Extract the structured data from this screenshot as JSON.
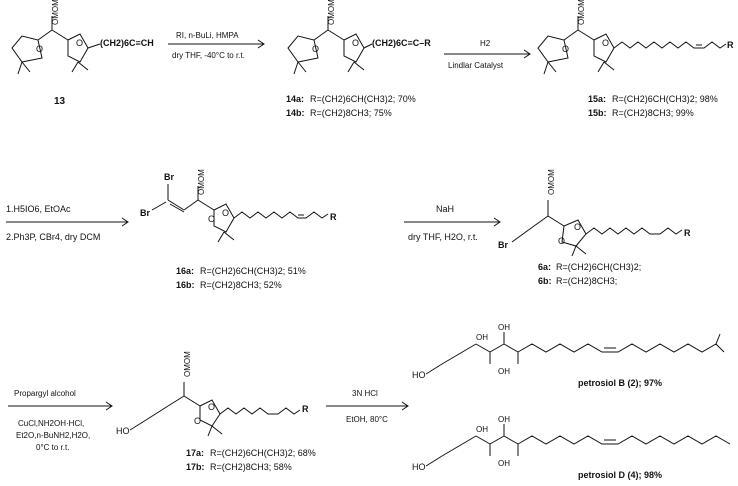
{
  "row1": {
    "cmpd13": {
      "chain": "(CH2)6C≡CH",
      "label": "13",
      "mom": "OMOM"
    },
    "arrow1": {
      "top": "RI, n-BuLi, HMPA",
      "bottom": "dry THF, -40°C to r.t."
    },
    "cmpd14": {
      "chain": "(CH2)6C≡C–R",
      "mom": "OMOM",
      "a": {
        "label": "14a:",
        "r": "R=(CH2)6CH(CH3)2; 70%"
      },
      "b": {
        "label": "14b:",
        "r": "R=(CH2)8CH3; 75%"
      }
    },
    "arrow2": {
      "top": "H2",
      "bottom": "Lindlar Catalyst"
    },
    "cmpd15": {
      "mom": "OMOM",
      "r": "R",
      "a": {
        "label": "15a:",
        "r": "R=(CH2)6CH(CH3)2; 98%"
      },
      "b": {
        "label": "15b:",
        "r": "R=(CH2)8CH3; 99%"
      }
    }
  },
  "row2": {
    "arrow3": {
      "top": "1.H5IO6, EtOAc",
      "bottom": "2.Ph3P, CBr4, dry DCM"
    },
    "cmpd16": {
      "br1": "Br",
      "br2": "Br",
      "mom": "OMOM",
      "r": "R",
      "a": {
        "label": "16a:",
        "r": "R=(CH2)6CH(CH3)2; 51%"
      },
      "b": {
        "label": "16b:",
        "r": "R=(CH2)8CH3; 52%"
      }
    },
    "arrow4": {
      "top": "NaH",
      "bottom": "dry THF, H2O, r.t."
    },
    "cmpd6": {
      "br": "Br",
      "mom": "OMOM",
      "r": "R",
      "a": {
        "label": "6a:",
        "r": "R=(CH2)6CH(CH3)2;"
      },
      "b": {
        "label": "6b:",
        "r": "R=(CH2)8CH3;"
      }
    }
  },
  "row3": {
    "arrow5": {
      "top": "Propargyl alcohol",
      "l1": "CuCl,NH2OH·HCl,",
      "l2": "Et2O,n-BuNH2,H2O,",
      "l3": "0°C to r.t."
    },
    "cmpd17": {
      "ho": "HO",
      "mom": "OMOM",
      "r": "R",
      "a": {
        "label": "17a:",
        "r": "R=(CH2)6CH(CH3)2; 68%"
      },
      "b": {
        "label": "17b:",
        "r": "R=(CH2)8CH3; 58%"
      }
    },
    "arrow6": {
      "top": "3N HCl",
      "bottom": "EtOH, 80°C"
    },
    "petB": {
      "ho": "HO",
      "oh1": "OH",
      "oh2": "OH",
      "oh3": "OH",
      "name": "petrosiol B (2); 97%"
    },
    "petD": {
      "ho": "HO",
      "oh1": "OH",
      "oh2": "OH",
      "oh3": "OH",
      "name": "petrosiol D (4); 98%"
    }
  }
}
